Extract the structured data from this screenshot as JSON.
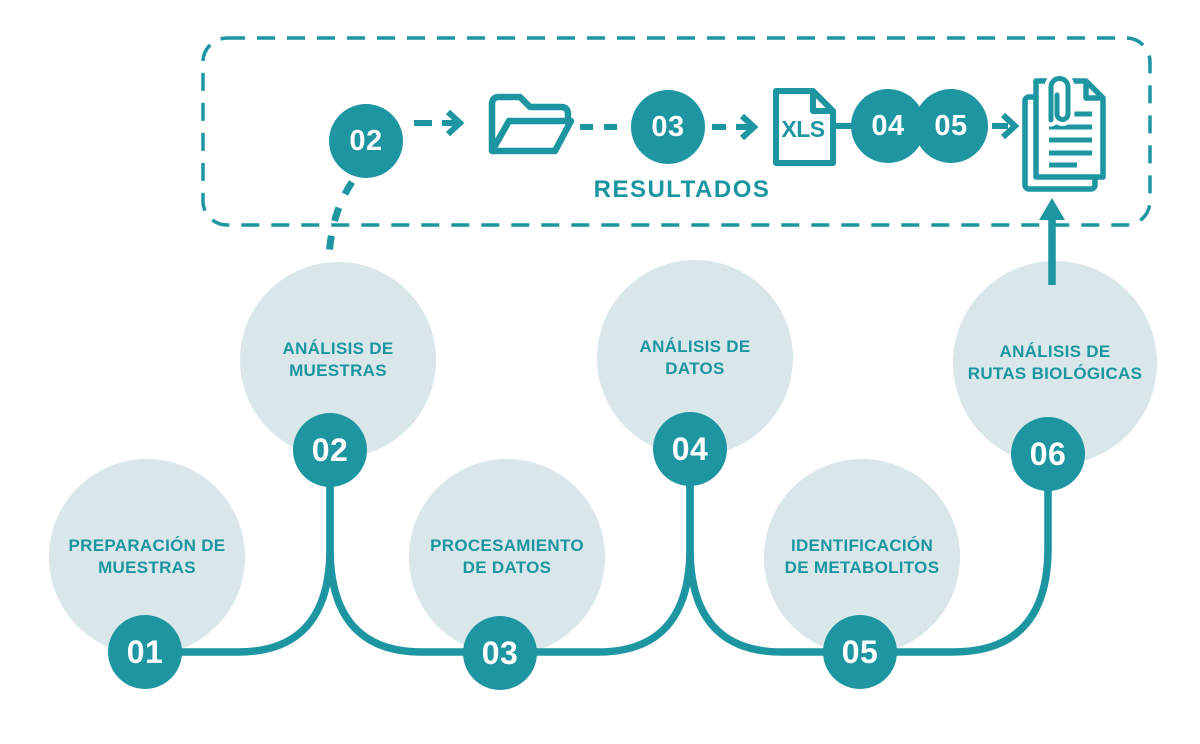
{
  "palette": {
    "teal": "#1e96a2",
    "light_circle": "#d9e7ea",
    "white": "#ffffff"
  },
  "results_box": {
    "title": "RESULTADOS",
    "circle_02": "02",
    "circle_03": "03",
    "circle_04": "04",
    "circle_05": "05",
    "xls_label": "XLS",
    "icons": [
      "open-folder-icon",
      "xls-file-icon",
      "report-documents-icon"
    ]
  },
  "steps": [
    {
      "number": "01",
      "line1": "PREPARACIÓN DE",
      "line2": "MUESTRAS"
    },
    {
      "number": "02",
      "line1": "ANÁLISIS DE",
      "line2": "MUESTRAS"
    },
    {
      "number": "03",
      "line1": "PROCESAMIENTO",
      "line2": "DE DATOS"
    },
    {
      "number": "04",
      "line1": "ANÁLISIS DE",
      "line2": "DATOS"
    },
    {
      "number": "05",
      "line1": "IDENTIFICACIÓN",
      "line2": "DE METABOLITOS"
    },
    {
      "number": "06",
      "line1": "ANÁLISIS DE",
      "line2": "RUTAS BIOLÓGICAS"
    }
  ]
}
